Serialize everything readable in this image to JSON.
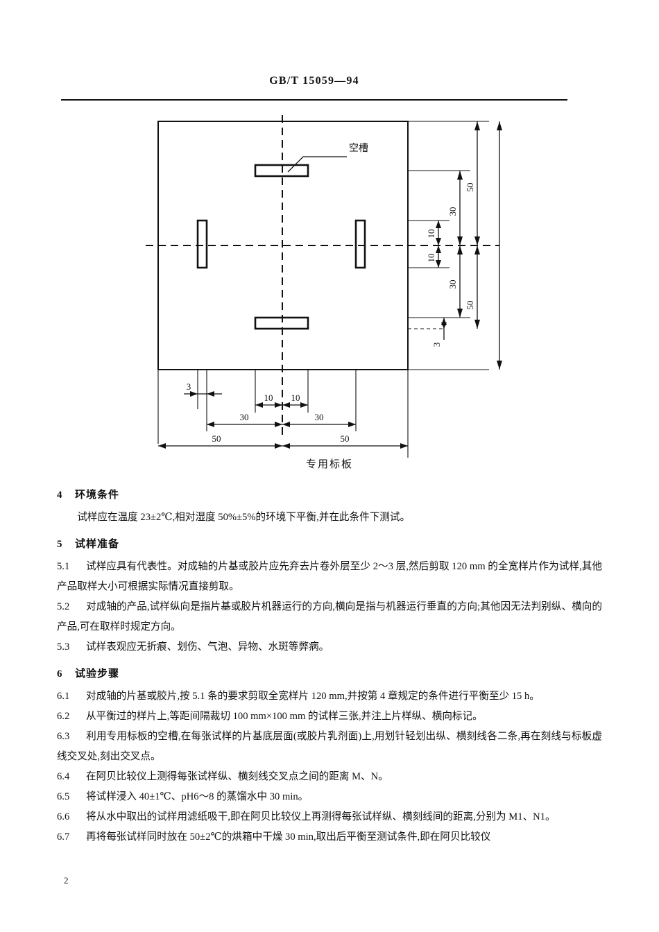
{
  "header": {
    "standard_number": "GB/T 15059—94"
  },
  "figure": {
    "callout_label": "空槽",
    "caption": "专用标板",
    "dimensions": {
      "right_50_top": "50",
      "right_30_top": "30",
      "right_10_top": "10",
      "right_10_bottom": "10",
      "right_30_bottom": "30",
      "right_50_bottom": "50",
      "right_3": "3",
      "bottom_3": "3",
      "bottom_10_left": "10",
      "bottom_10_right": "10",
      "bottom_30_left": "30",
      "bottom_30_right": "30",
      "bottom_50_left": "50",
      "bottom_50_right": "50"
    }
  },
  "sections": [
    {
      "number": "4",
      "title": "环境条件",
      "paragraphs": [
        {
          "clause": "",
          "text": "试样应在温度 23±2℃,相对湿度 50%±5%的环境下平衡,并在此条件下测试。"
        }
      ]
    },
    {
      "number": "5",
      "title": "试样准备",
      "paragraphs": [
        {
          "clause": "5.1",
          "text": "试样应具有代表性。对成轴的片基或胶片应先弃去片卷外层至少 2～3 层,然后剪取 120 mm 的全宽样片作为试样,其他产品取样大小可根据实际情况直接剪取。"
        },
        {
          "clause": "5.2",
          "text": "对成轴的产品,试样纵向是指片基或胶片机器运行的方向,横向是指与机器运行垂直的方向;其他因无法判别纵、横向的产品,可在取样时规定方向。"
        },
        {
          "clause": "5.3",
          "text": "试样表观应无折痕、划伤、气泡、异物、水斑等弊病。"
        }
      ]
    },
    {
      "number": "6",
      "title": "试验步骤",
      "paragraphs": [
        {
          "clause": "6.1",
          "text": "对成轴的片基或胶片,按 5.1 条的要求剪取全宽样片 120 mm,并按第 4 章规定的条件进行平衡至少 15 h。"
        },
        {
          "clause": "6.2",
          "text": "从平衡过的样片上,等距间隔裁切 100 mm×100 mm 的试样三张,并注上片样纵、横向标记。"
        },
        {
          "clause": "6.3",
          "text": "利用专用标板的空槽,在每张试样的片基底层面(或胶片乳剂面)上,用划针轻划出纵、横刻线各二条,再在刻线与标板虚线交叉处,刻出交叉点。"
        },
        {
          "clause": "6.4",
          "text": "在阿贝比较仪上测得每张试样纵、横刻线交叉点之间的距离 M、N。"
        },
        {
          "clause": "6.5",
          "text": "将试样浸入 40±1℃、pH6～8 的蒸馏水中 30 min。"
        },
        {
          "clause": "6.6",
          "text": "将从水中取出的试样用滤纸吸干,即在阿贝比较仪上再测得每张试样纵、横刻线间的距离,分别为 M1、N1。"
        },
        {
          "clause": "6.7",
          "text": "再将每张试样同时放在 50±2℃的烘箱中干燥 30 min,取出后平衡至测试条件,即在阿贝比较仪"
        }
      ]
    }
  ],
  "footer": {
    "page_number": "2"
  }
}
